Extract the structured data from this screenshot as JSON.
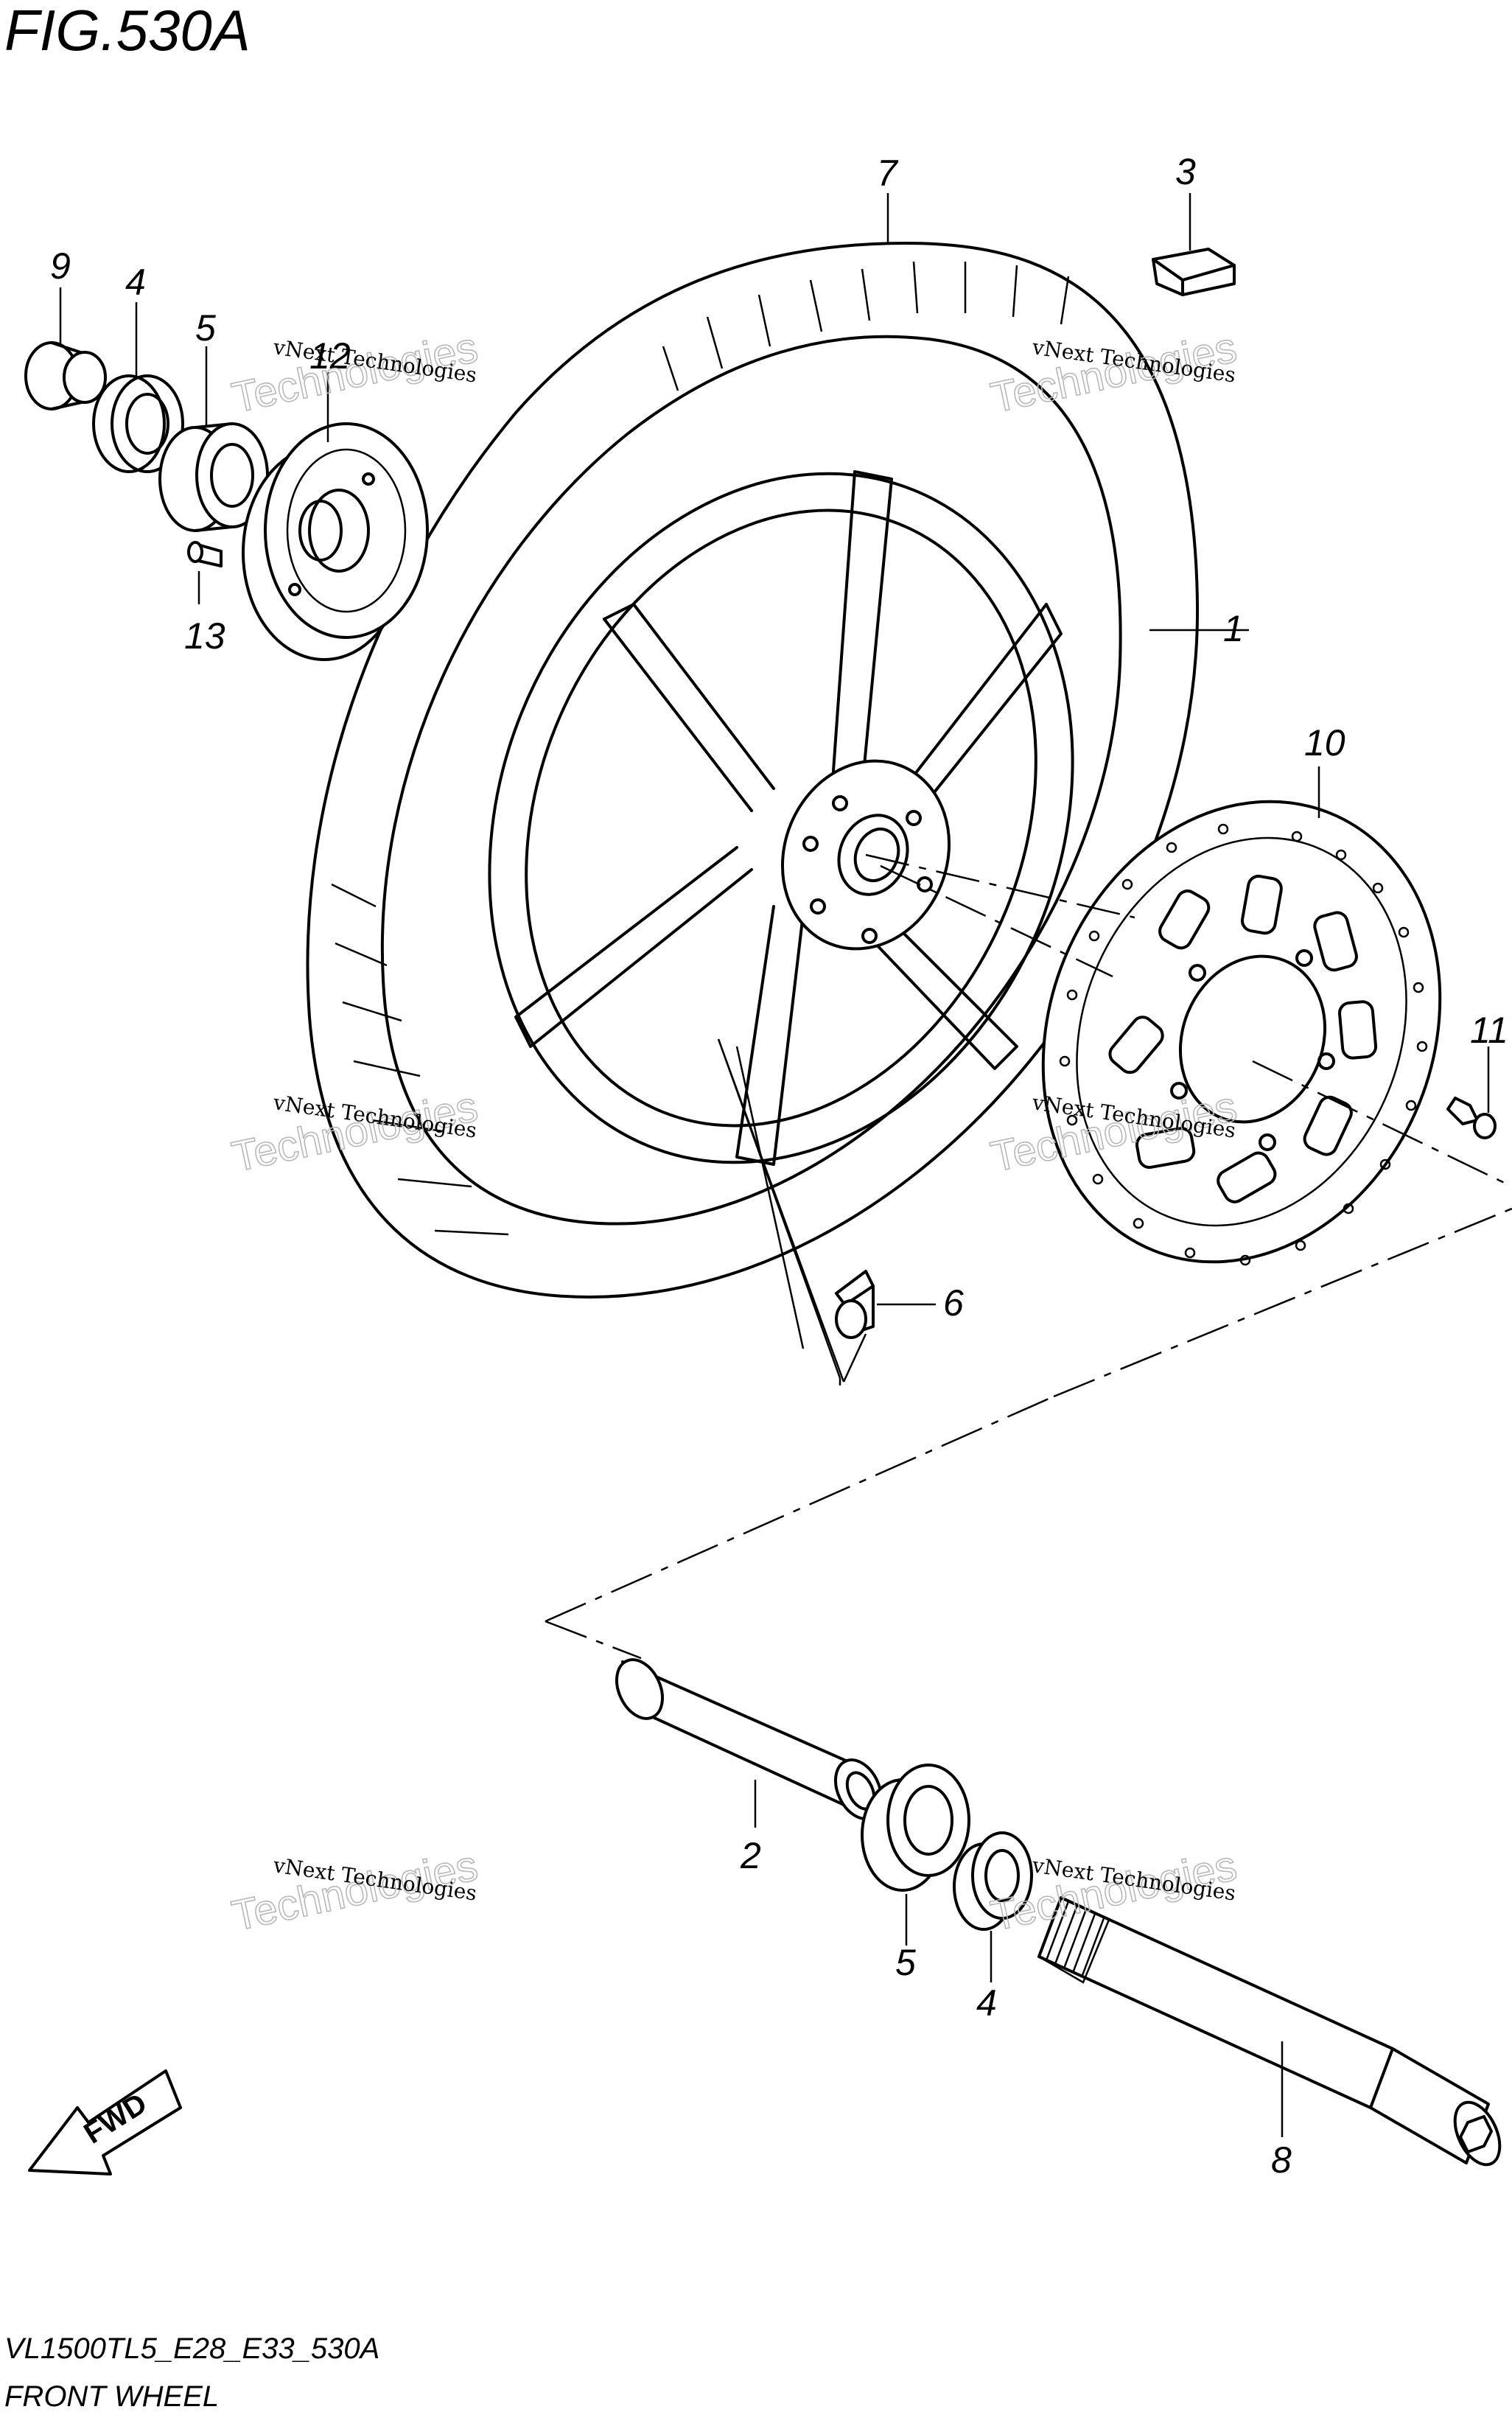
{
  "figure": {
    "title": "FIG.530A",
    "model_code": "VL1500TL5_E28_E33_530A",
    "caption": "FRONT WHEEL"
  },
  "callouts": [
    {
      "id": "1",
      "part": "wheel"
    },
    {
      "id": "2",
      "part": "spacer"
    },
    {
      "id": "3",
      "part": "balancer-weight"
    },
    {
      "id": "4",
      "part": "dust-seal"
    },
    {
      "id": "4",
      "part": "dust-seal"
    },
    {
      "id": "5",
      "part": "bearing"
    },
    {
      "id": "5",
      "part": "bearing"
    },
    {
      "id": "6",
      "part": "valve"
    },
    {
      "id": "7",
      "part": "tire"
    },
    {
      "id": "8",
      "part": "axle"
    },
    {
      "id": "9",
      "part": "collar"
    },
    {
      "id": "10",
      "part": "brake-disc"
    },
    {
      "id": "11",
      "part": "disc-bolt"
    },
    {
      "id": "12",
      "part": "speedometer-gearbox"
    },
    {
      "id": "13",
      "part": "screw"
    }
  ],
  "watermarks": [
    {
      "line1": "vNext Technologies",
      "line2": "Technologies"
    },
    {
      "line1": "vNext Technologies",
      "line2": "Technologies"
    },
    {
      "line1": "vNext Technologies",
      "line2": "Technologies"
    },
    {
      "line1": "vNext Technologies",
      "line2": "Technologies"
    },
    {
      "line1": "vNext Technologies",
      "line2": "Technologies"
    },
    {
      "line1": "vNext Technologies",
      "line2": "Technologies"
    }
  ],
  "fwd_label": "FWD",
  "icons": [
    "fwd-arrow-icon"
  ]
}
